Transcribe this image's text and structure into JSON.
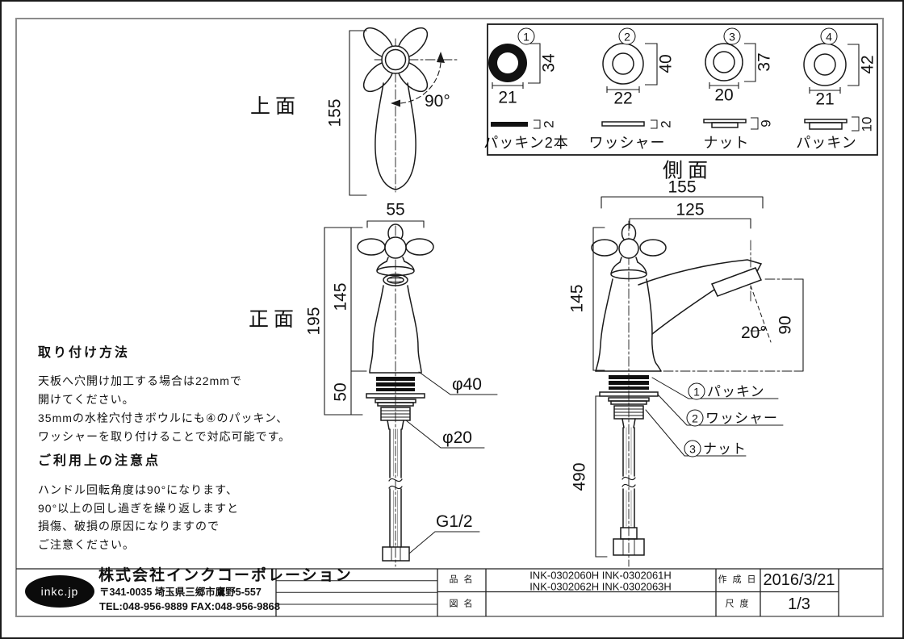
{
  "views": {
    "top": {
      "label": "上面",
      "dim_length": "155",
      "angle": "90°"
    },
    "front": {
      "label": "正面",
      "dim_width": "55",
      "dim_total": "195",
      "dim_body": "145",
      "dim_mount": "50",
      "dia_base": "φ40",
      "dia_shank": "φ20",
      "thread": "G1/2"
    },
    "side": {
      "label": "側面",
      "dim_depth": "155",
      "dim_reach": "125",
      "dim_height": "145",
      "spout_angle": "20°",
      "dim_outlet": "90",
      "dim_hose": "490",
      "callouts": [
        {
          "no": "1",
          "label": "パッキン"
        },
        {
          "no": "2",
          "label": "ワッシャー"
        },
        {
          "no": "3",
          "label": "ナット"
        }
      ]
    }
  },
  "parts_box": {
    "items": [
      {
        "no": "1",
        "od": "34",
        "id": "21",
        "thickness": "2",
        "label": "パッキン2本"
      },
      {
        "no": "2",
        "od": "40",
        "id": "22",
        "thickness": "2",
        "label": "ワッシャー"
      },
      {
        "no": "3",
        "od": "37",
        "id": "20",
        "thickness": "9",
        "label": "ナット"
      },
      {
        "no": "4",
        "od": "42",
        "id": "21",
        "thickness": "10",
        "label": "パッキン"
      }
    ]
  },
  "notes": {
    "install": {
      "heading": "取り付け方法",
      "lines": [
        "天板へ穴開け加工する場合は22mmで",
        "開けてください。",
        "35mmの水栓穴付きボウルにも④のパッキン、",
        "ワッシャーを取り付けることで対応可能です。"
      ]
    },
    "caution": {
      "heading": "ご利用上の注意点",
      "lines": [
        "ハンドル回転角度は90°になります、",
        "90°以上の回し過ぎを繰り返しますと",
        "損傷、破損の原因になりますので",
        "ご注意ください。"
      ]
    }
  },
  "title_block": {
    "logo": "inkc.jp",
    "company": "株式会社インクコーポレーション",
    "address": "〒341-0035 埼玉県三郷市鷹野5-557",
    "phone": "TEL:048-956-9889  FAX:048-956-9868",
    "item_label": "品 名",
    "item_code_line1": "INK-0302060H INK-0302061H",
    "item_code_line2": "INK-0302062H INK-0302063H",
    "drawing_label": "図 名",
    "drawing_value": "",
    "date_label": "作 成 日",
    "date_value": "2016/3/21",
    "scale_label": "尺 度",
    "scale_value": "1/3"
  }
}
